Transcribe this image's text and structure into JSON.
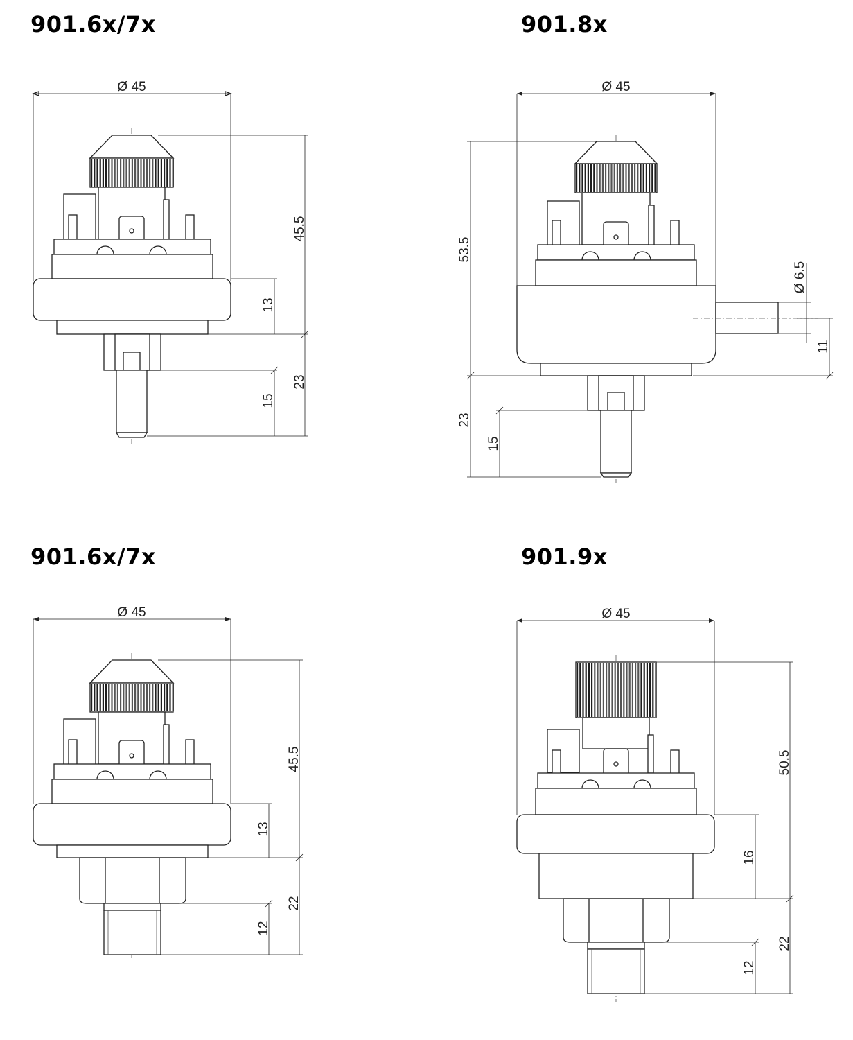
{
  "titles": {
    "top_left": "901.6x/7x",
    "top_right": "901.8x",
    "bottom_left": "901.6x/7x",
    "bottom_right": "901.9x"
  },
  "drawings": {
    "d1": {
      "diameter": "Ø 45",
      "height": "45.5",
      "body": "13",
      "stem_total": "23",
      "stem": "15"
    },
    "d2": {
      "diameter": "Ø 45",
      "height": "53.5",
      "port_diameter": "Ø 6.5",
      "port_height": "11",
      "stem_total": "23",
      "stem": "15"
    },
    "d3": {
      "diameter": "Ø 45",
      "height": "45.5",
      "body": "13",
      "stem_total": "22",
      "thread": "12"
    },
    "d4": {
      "diameter": "Ø 45",
      "height": "50.5",
      "body": "16",
      "stem_total": "22",
      "thread": "12"
    }
  },
  "colors": {
    "line": "#222222",
    "knurl": "#2b2b2b",
    "background": "#ffffff"
  }
}
